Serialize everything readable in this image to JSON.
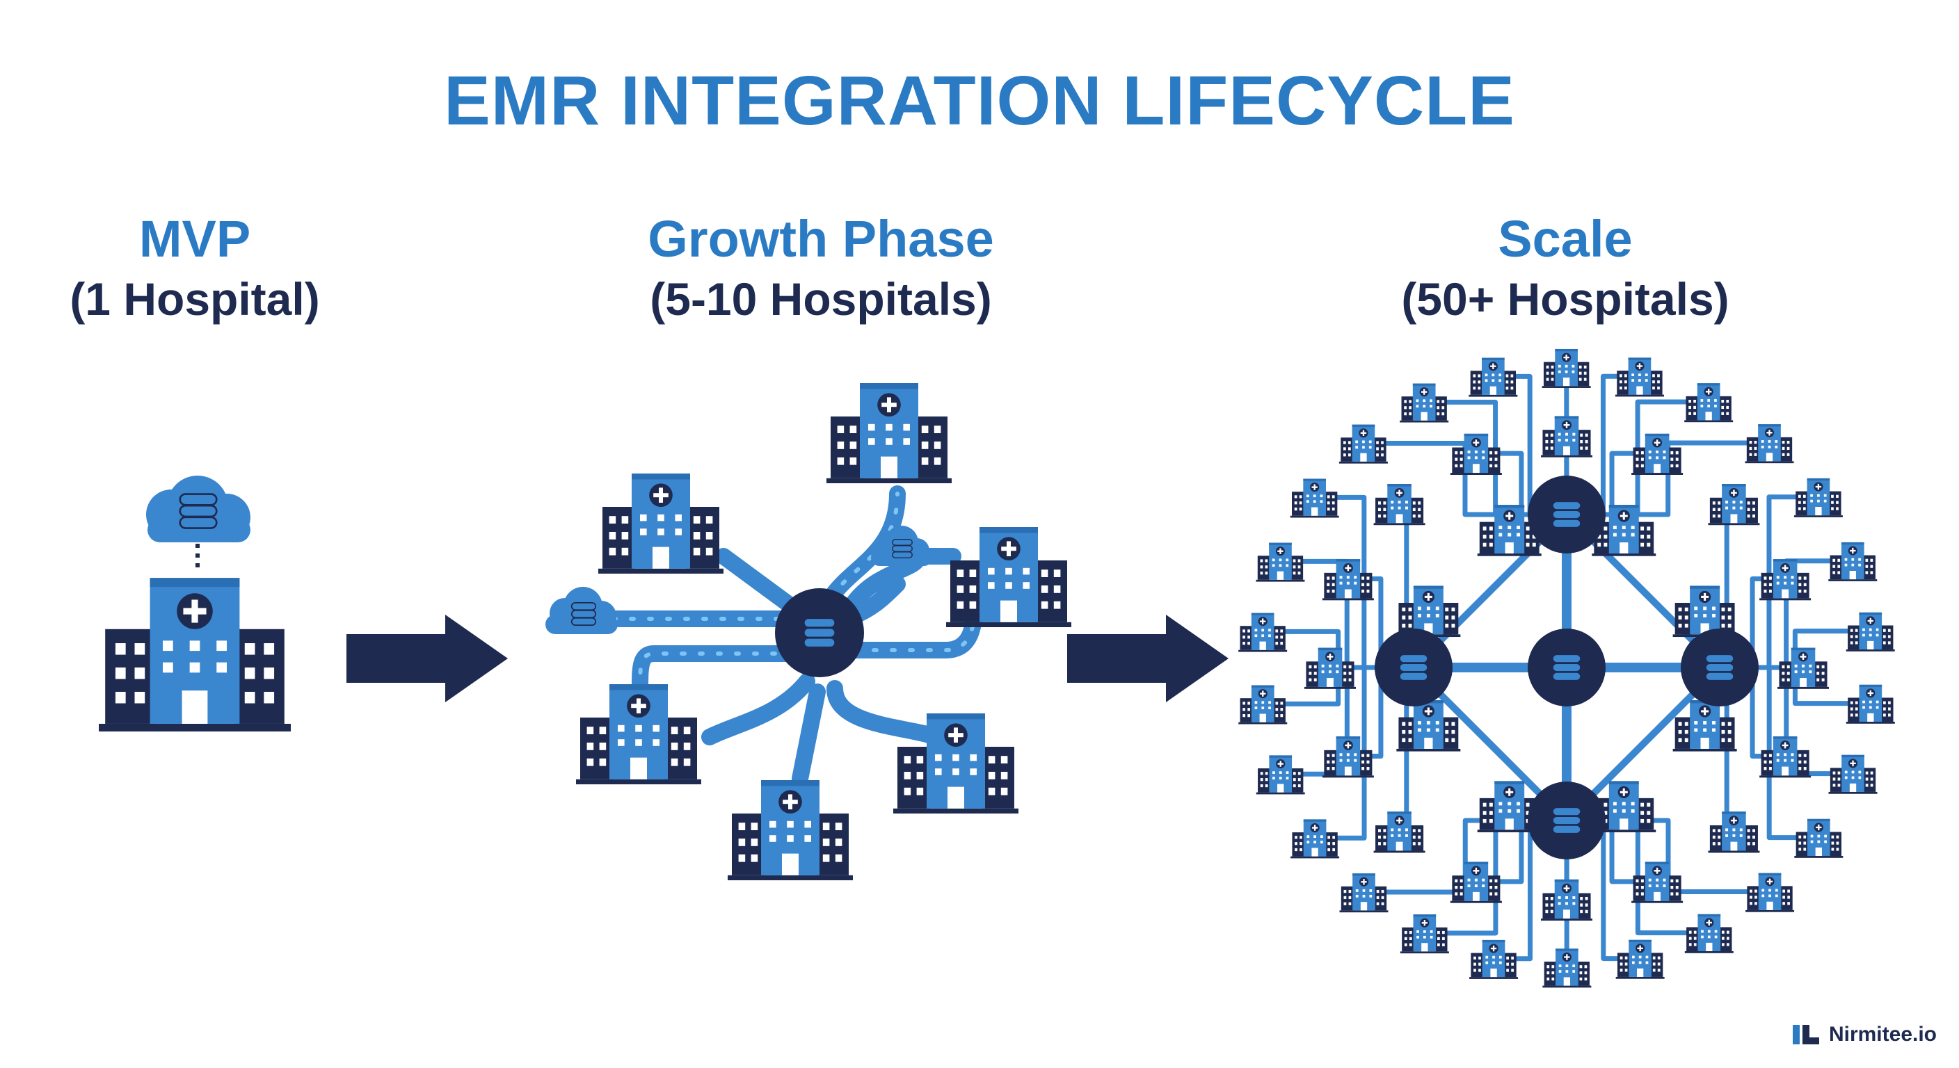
{
  "title": "EMR INTEGRATION LIFECYCLE",
  "stages": [
    {
      "name": "MVP",
      "subtitle": "(1 Hospital)"
    },
    {
      "name": "Growth Phase",
      "subtitle": "(5-10 Hospitals)"
    },
    {
      "name": "Scale",
      "subtitle": "(50+ Hospitals)"
    }
  ],
  "logo": {
    "text": "Nirmitee.io"
  },
  "colors": {
    "blue": "#2a7bc4",
    "navy": "#1e2a4f",
    "light_blue": "#4d96d9"
  },
  "icons": [
    "hospital-icon",
    "cloud-database-icon",
    "database-hub-icon",
    "arrow-right-icon"
  ]
}
